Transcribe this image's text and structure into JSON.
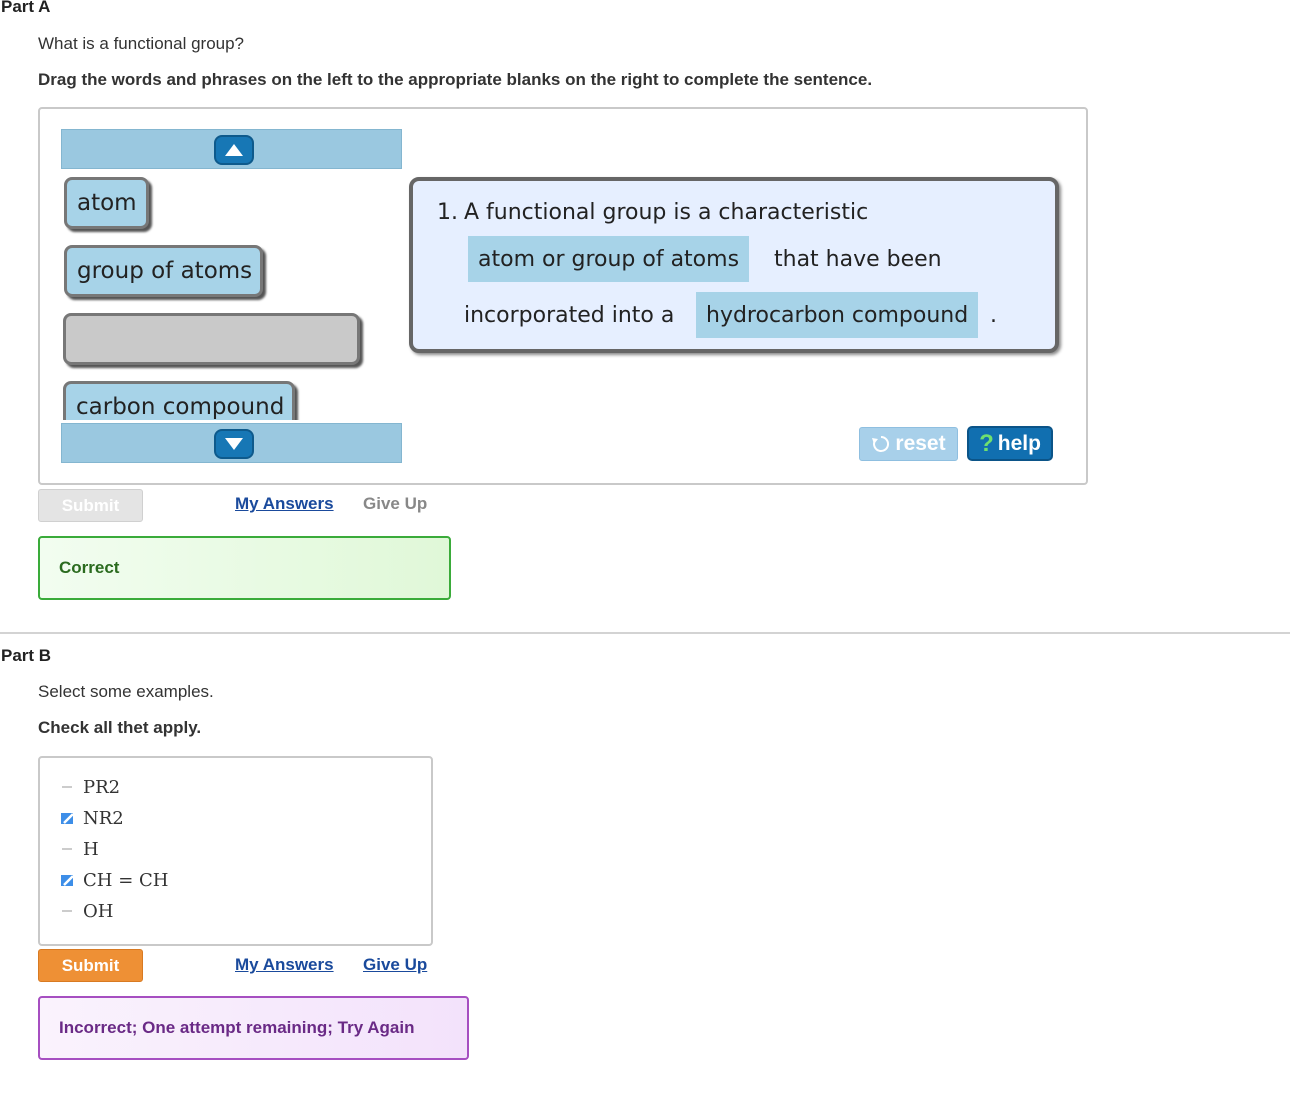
{
  "part_a": {
    "title": "Part A",
    "question": "What is a functional group?",
    "instruction": "Drag the words and phrases on the left to the appropriate blanks on the right to complete the sentence.",
    "tiles": [
      "atom",
      "group of atoms",
      "",
      "carbon compound"
    ],
    "sentence": {
      "number": "1.",
      "text1": "A functional group is a characteristic",
      "blank1": "atom or group of atoms",
      "text2": "that have been",
      "text3": "incorporated into a",
      "blank2": "hydrocarbon compound",
      "text4": "."
    },
    "reset_label": "reset",
    "help_label": "help",
    "help_glyph": "?",
    "submit_label": "Submit",
    "my_answers_label": "My Answers",
    "give_up_label": "Give Up",
    "feedback": "Correct"
  },
  "part_b": {
    "title": "Part B",
    "question": "Select some examples.",
    "instruction": "Check all thet apply.",
    "options": [
      {
        "label": "PR2",
        "checked": false
      },
      {
        "label": "NR2",
        "checked": true
      },
      {
        "label": "H",
        "checked": false
      },
      {
        "label": "CH = CH",
        "checked": true
      },
      {
        "label": "OH",
        "checked": false
      }
    ],
    "submit_label": "Submit",
    "my_answers_label": "My Answers",
    "give_up_label": "Give Up",
    "feedback": "Incorrect; One attempt remaining; Try Again"
  },
  "colors": {
    "tile": "#a7d3e8",
    "sentence_bg": "#e6efff",
    "submit_active": "#ee9035",
    "correct_border": "#3aab3a",
    "incorrect_border": "#a64fc1",
    "link": "#1a4a9c"
  }
}
